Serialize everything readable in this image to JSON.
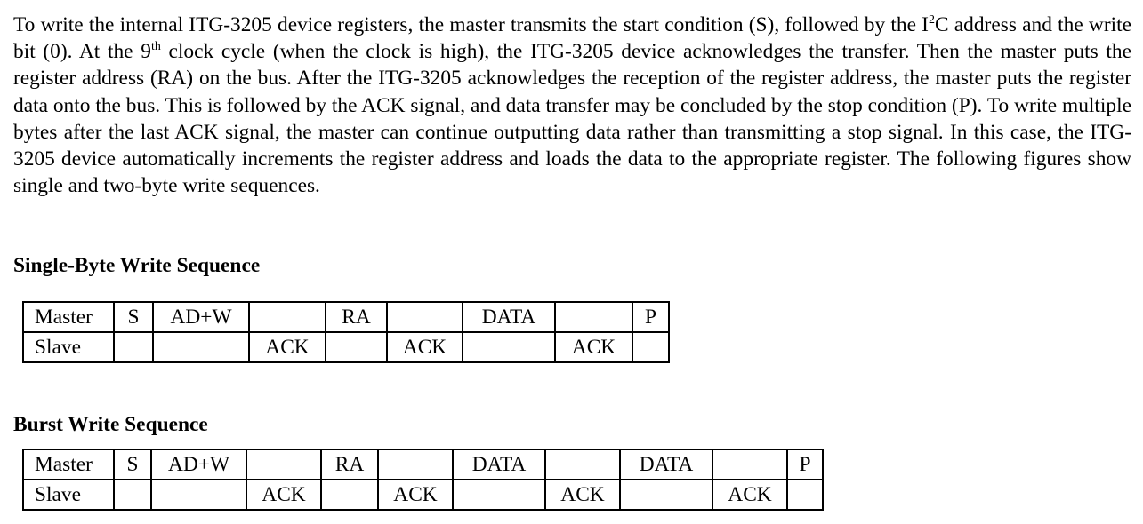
{
  "paragraph": {
    "part1": "To write the internal ITG-3205 device registers, the master transmits the start condition (S), followed by the I",
    "i2c_sup": "2",
    "part2": "C address and the write bit (0). At the 9",
    "ninth_sup": "th",
    "part3": " clock cycle (when the clock is high), the ITG-3205 device acknowledges the transfer. Then the master puts the register address (RA) on the bus. After the ITG-3205 acknowledges the reception of the register address, the master puts the register data onto the bus.  This is followed by the ACK signal, and data transfer may be concluded by the stop condition (P). To write multiple bytes after the last ACK signal, the master can continue outputting data rather than transmitting a stop signal. In this case, the ITG-3205 device automatically increments the register address and loads the data to the appropriate register. The following figures show single and two-byte write sequences."
  },
  "single_byte": {
    "heading": "Single-Byte Write Sequence",
    "master": [
      "Master",
      "S",
      "AD+W",
      "",
      "RA",
      "",
      "DATA",
      "",
      "P"
    ],
    "slave": [
      "Slave",
      "",
      "",
      "ACK",
      "",
      "ACK",
      "",
      "ACK",
      ""
    ]
  },
  "burst": {
    "heading": "Burst Write Sequence",
    "master": [
      "Master",
      "S",
      "AD+W",
      "",
      "RA",
      "",
      "DATA",
      "",
      "DATA",
      "",
      "P"
    ],
    "slave": [
      "Slave",
      "",
      "",
      "ACK",
      "",
      "ACK",
      "",
      "ACK",
      "",
      "ACK",
      ""
    ]
  }
}
